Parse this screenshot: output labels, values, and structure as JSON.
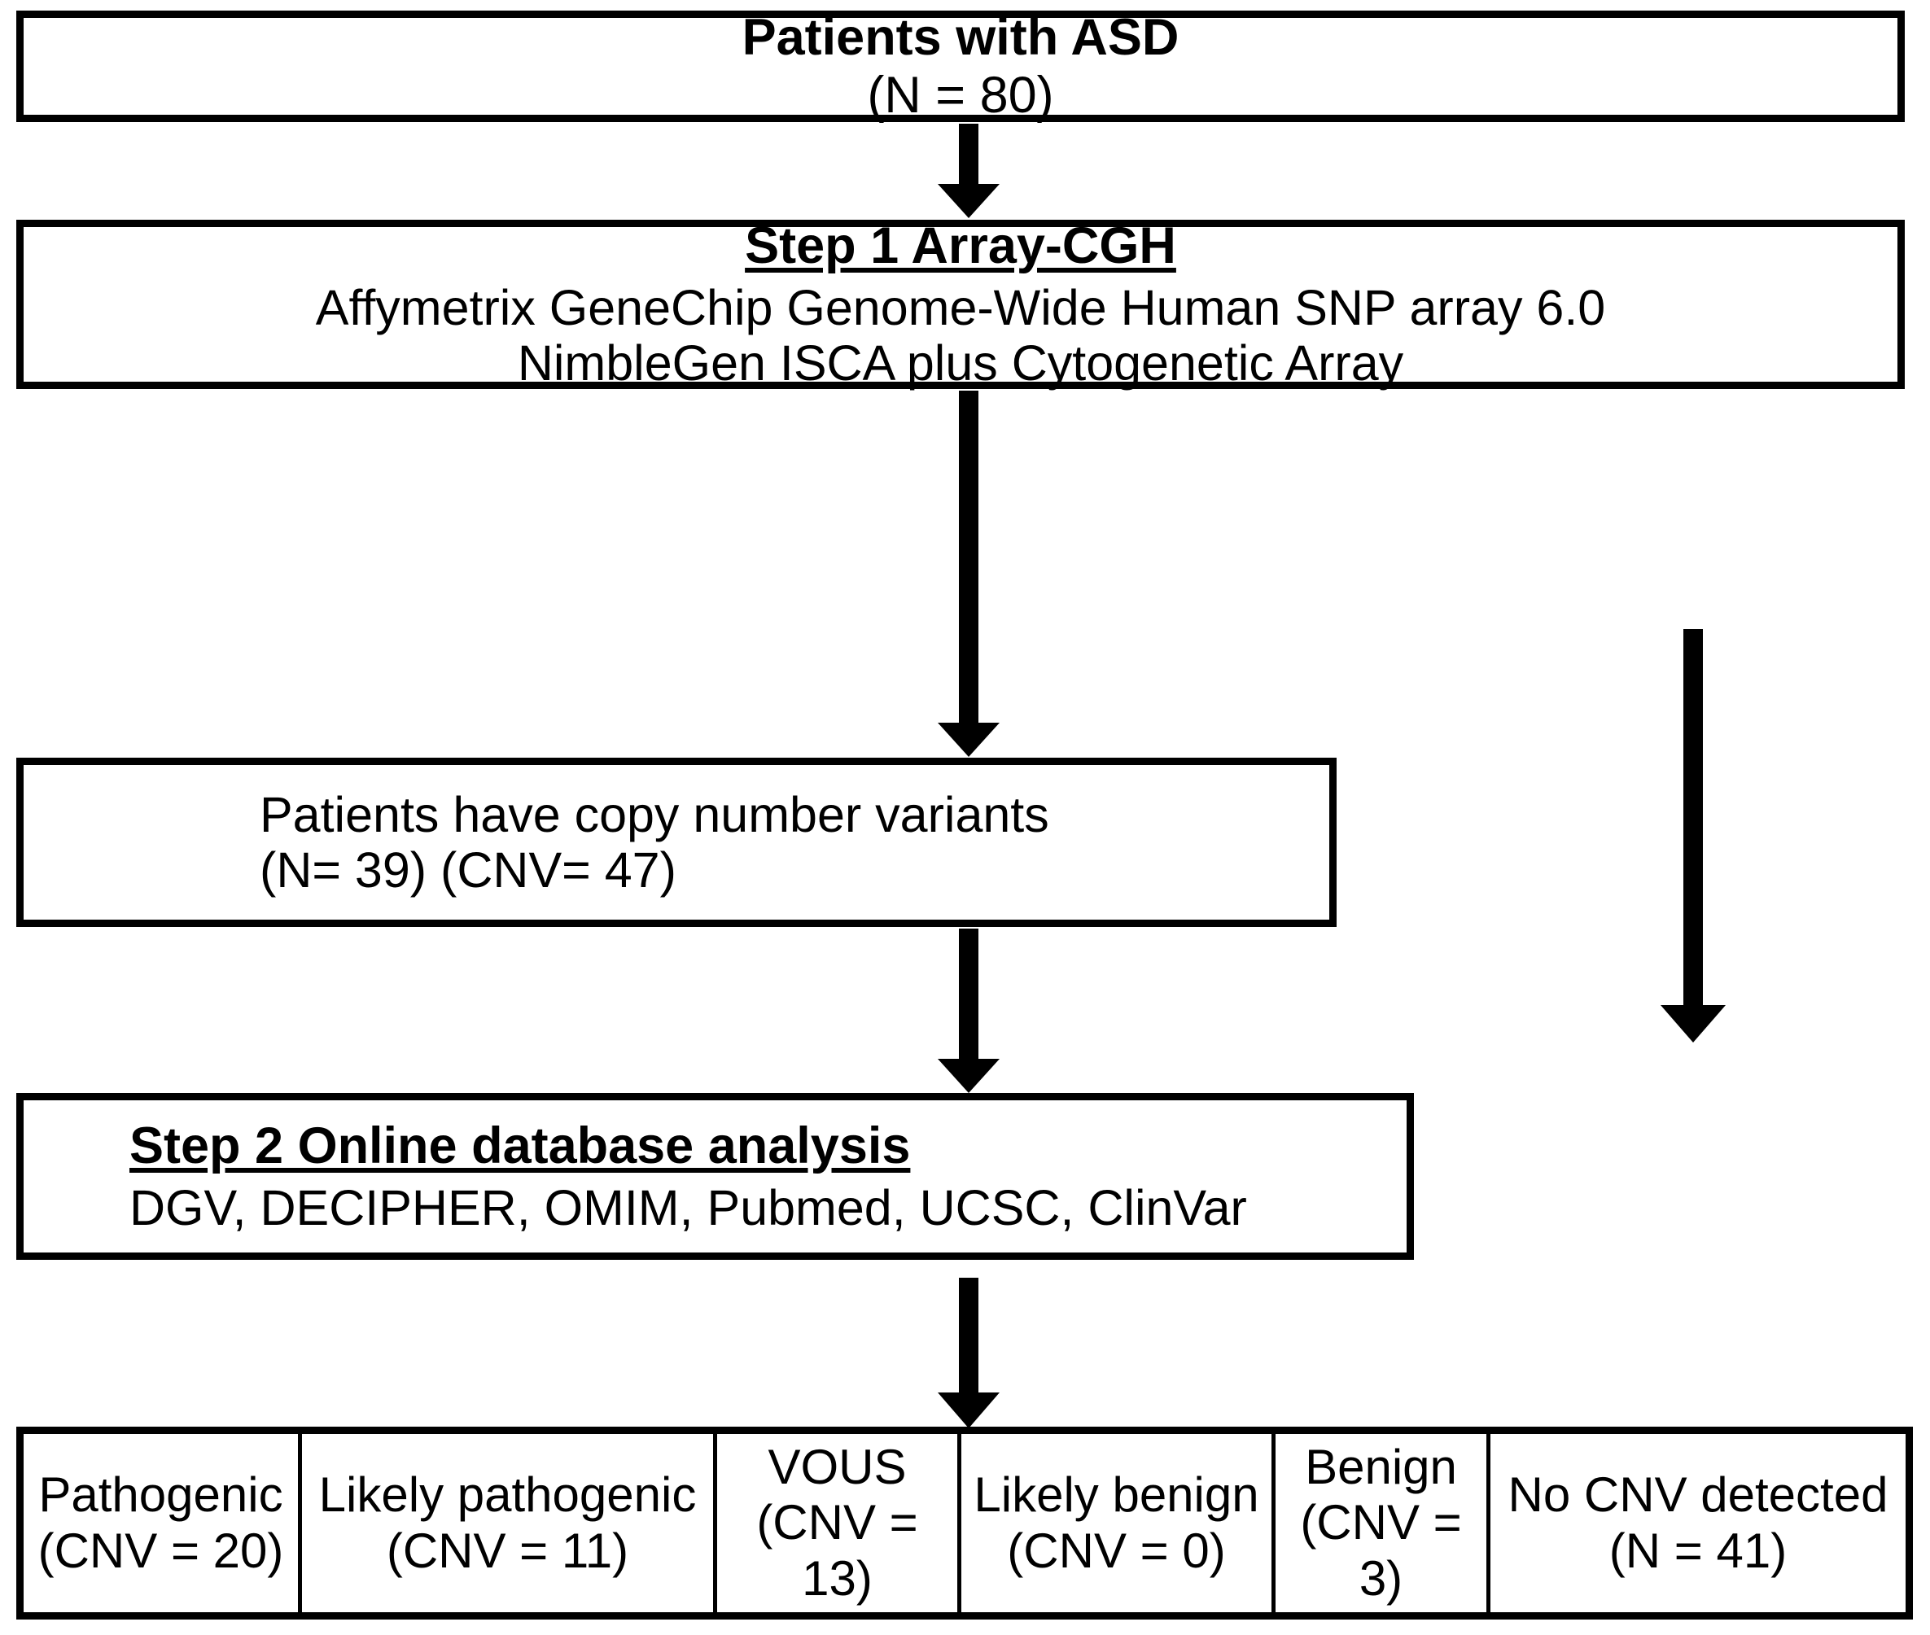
{
  "diagram": {
    "title": "ASD CNV analysis workflow",
    "nodes": {
      "cohort": {
        "line1": "Patients with ASD",
        "line2": "(N = 80)"
      },
      "step1": {
        "heading": "Step 1 Array-CGH",
        "line1": "Affymetrix GeneChip Genome-Wide Human SNP array 6.0",
        "line2": "NimbleGen ISCA plus Cytogenetic Array"
      },
      "cnv_found": {
        "line1": "Patients have copy number variants",
        "line2": "(N= 39) (CNV= 47)"
      },
      "step2": {
        "heading": "Step 2 Online database analysis",
        "line1": "DGV, DECIPHER, OMIM, Pubmed, UCSC, ClinVar"
      }
    },
    "results": [
      {
        "label": "Pathogenic",
        "count": "(CNV = 20)"
      },
      {
        "label": "Likely pathogenic",
        "count": "(CNV = 11)"
      },
      {
        "label": "VOUS",
        "count": "(CNV = 13)"
      },
      {
        "label": "Likely benign",
        "count": "(CNV = 0)"
      },
      {
        "label": "Benign",
        "count": "(CNV = 3)"
      },
      {
        "label": "No CNV detected",
        "count": "(N = 41)"
      }
    ],
    "connectors": [
      {
        "name": "cohort-to-step1",
        "from": "cohort",
        "to": "step1"
      },
      {
        "name": "step1-to-cnv-found",
        "from": "step1",
        "to": "cnv_found"
      },
      {
        "name": "cnv-found-to-step2",
        "from": "cnv_found",
        "to": "step2"
      },
      {
        "name": "step2-to-results",
        "from": "step2",
        "to": "results"
      },
      {
        "name": "step1-to-no-cnv",
        "from": "step1",
        "to": "no_cnv_detected"
      }
    ],
    "colors": {
      "stroke": "#000000",
      "fill": "#ffffff",
      "text": "#000000"
    }
  }
}
